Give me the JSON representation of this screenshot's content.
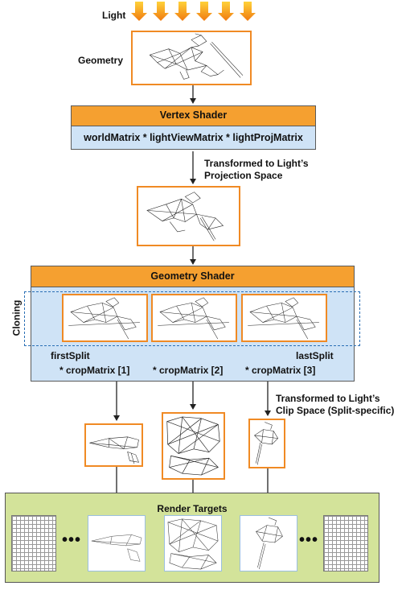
{
  "light_label": "Light",
  "geometry_label": "Geometry",
  "vertex_shader": {
    "title": "Vertex Shader",
    "formula": "worldMatrix * lightViewMatrix * lightProjMatrix"
  },
  "transform1_label": [
    "Transformed to Light’s",
    "Projection Space"
  ],
  "geometry_shader": {
    "title": "Geometry Shader",
    "cloning_label": "Cloning",
    "first_split": "firstSplit",
    "last_split": "lastSplit",
    "crop_labels": [
      "* cropMatrix [1]",
      "* cropMatrix [2]",
      "* cropMatrix [3]"
    ]
  },
  "transform2_label": [
    "Transformed to Light’s",
    "Clip Space (Split-specific)"
  ],
  "render_targets": {
    "title": "Render Targets",
    "ellipsis": "•••"
  },
  "colors": {
    "orange": "#f5a030",
    "frame_orange": "#f08a24",
    "blue": "#cfe3f6",
    "green": "#d3e39a",
    "dashed": "#2a6fb5"
  }
}
